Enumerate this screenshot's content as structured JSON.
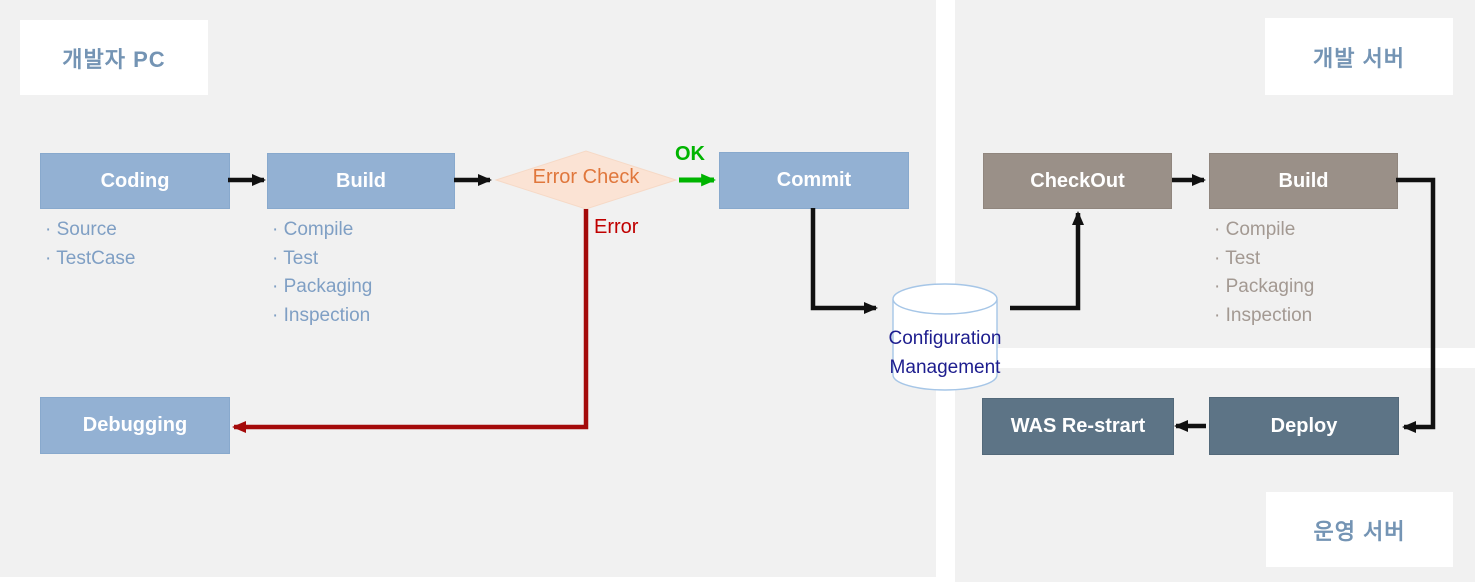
{
  "zones": {
    "developer_pc": {
      "label": "개발자 PC"
    },
    "dev_server": {
      "label": "개발 서버"
    },
    "ops_server": {
      "label": "운영 서버"
    }
  },
  "nodes": {
    "coding": {
      "label": "Coding",
      "details": [
        "· Source",
        "· TestCase"
      ]
    },
    "build_local": {
      "label": "Build",
      "details": [
        "· Compile",
        "· Test",
        "· Packaging",
        "· Inspection"
      ]
    },
    "error_check": {
      "label": "Error Check"
    },
    "commit": {
      "label": "Commit"
    },
    "debugging": {
      "label": "Debugging"
    },
    "config_mgmt": {
      "line1": "Configuration",
      "line2": "Management"
    },
    "checkout": {
      "label": "CheckOut"
    },
    "build_server": {
      "label": "Build",
      "details": [
        "· Compile",
        "· Test",
        "· Packaging",
        "· Inspection"
      ]
    },
    "deploy": {
      "label": "Deploy"
    },
    "was_restart": {
      "label": "WAS Re-strart"
    }
  },
  "edges": {
    "ok_label": "OK",
    "error_label": "Error"
  },
  "colors": {
    "panel_bg": "#f1f1f1",
    "blue_box": "#93b1d3",
    "taupe_box": "#9a9088",
    "slate_box": "#5d7486",
    "diamond_fill": "#fbe3d4",
    "diamond_text": "#e0773c",
    "ok_green": "#00b400",
    "error_text_red": "#c00000",
    "error_arrow_red": "#a40a0a",
    "arrow_black": "#111111",
    "config_text_navy": "#1d1d8e",
    "zone_heading": "#7494b4",
    "left_detail_text": "#7f9fc4",
    "right_detail_text": "#a39992",
    "cylinder_border": "#a6c6e7"
  }
}
